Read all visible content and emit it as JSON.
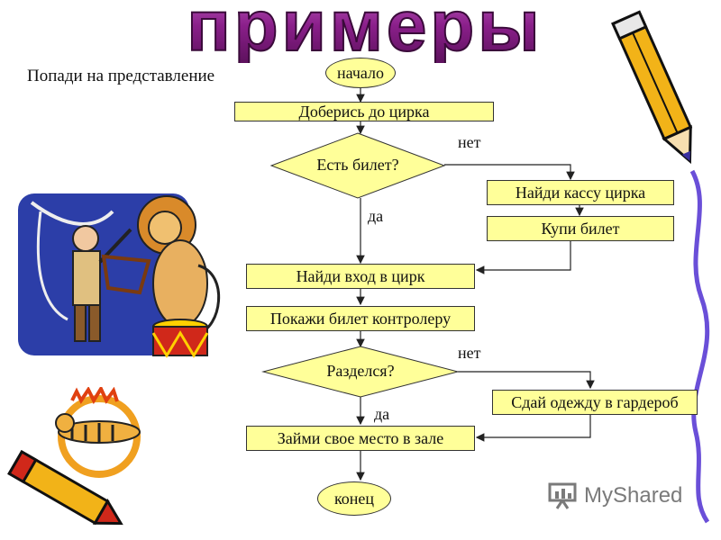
{
  "title": "примеры",
  "subtitle": "Попади на представление",
  "flow": {
    "start": "начало",
    "step_circus": "Доберись до цирка",
    "q_ticket": "Есть билет?",
    "no1": "нет",
    "yes1": "да",
    "find_box": "Найди кассу цирка",
    "buy": "Купи билет",
    "entrance": "Найди вход в цирк",
    "show_ticket": "Покажи билет контролеру",
    "q_undressed": "Разделся?",
    "no2": "нет",
    "yes2": "да",
    "cloakroom": "Сдай одежду в гардероб",
    "seat": "Займи свое место в зале",
    "end": "конец"
  },
  "watermark": "MyShared",
  "colors": {
    "title": "#7d1a7d",
    "box": "#ffff99",
    "purple_line": "#6a4fd8",
    "pencil": "#f2b318"
  },
  "icons": [
    "pencil-icon",
    "lion-tamer-illustration",
    "tiger-ring-illustration",
    "myshared-logo-icon"
  ]
}
